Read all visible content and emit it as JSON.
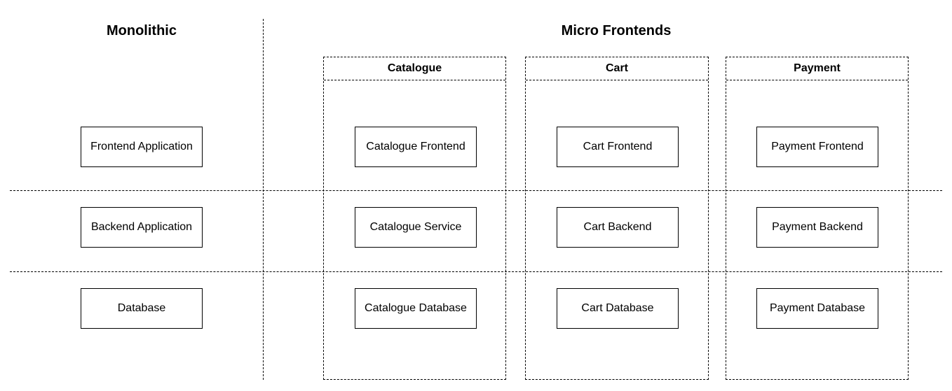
{
  "monolithic": {
    "title": "Monolithic",
    "frontend": "Frontend Application",
    "backend": "Backend Application",
    "database": "Database"
  },
  "micro": {
    "title": "Micro Frontends",
    "groups": [
      {
        "title": "Catalogue",
        "frontend": "Catalogue Frontend",
        "backend": "Catalogue Service",
        "database": "Catalogue Database"
      },
      {
        "title": "Cart",
        "frontend": "Cart Frontend",
        "backend": "Cart Backend",
        "database": "Cart Database"
      },
      {
        "title": "Payment",
        "frontend": "Payment Frontend",
        "backend": "Payment Backend",
        "database": "Payment Database"
      }
    ]
  }
}
